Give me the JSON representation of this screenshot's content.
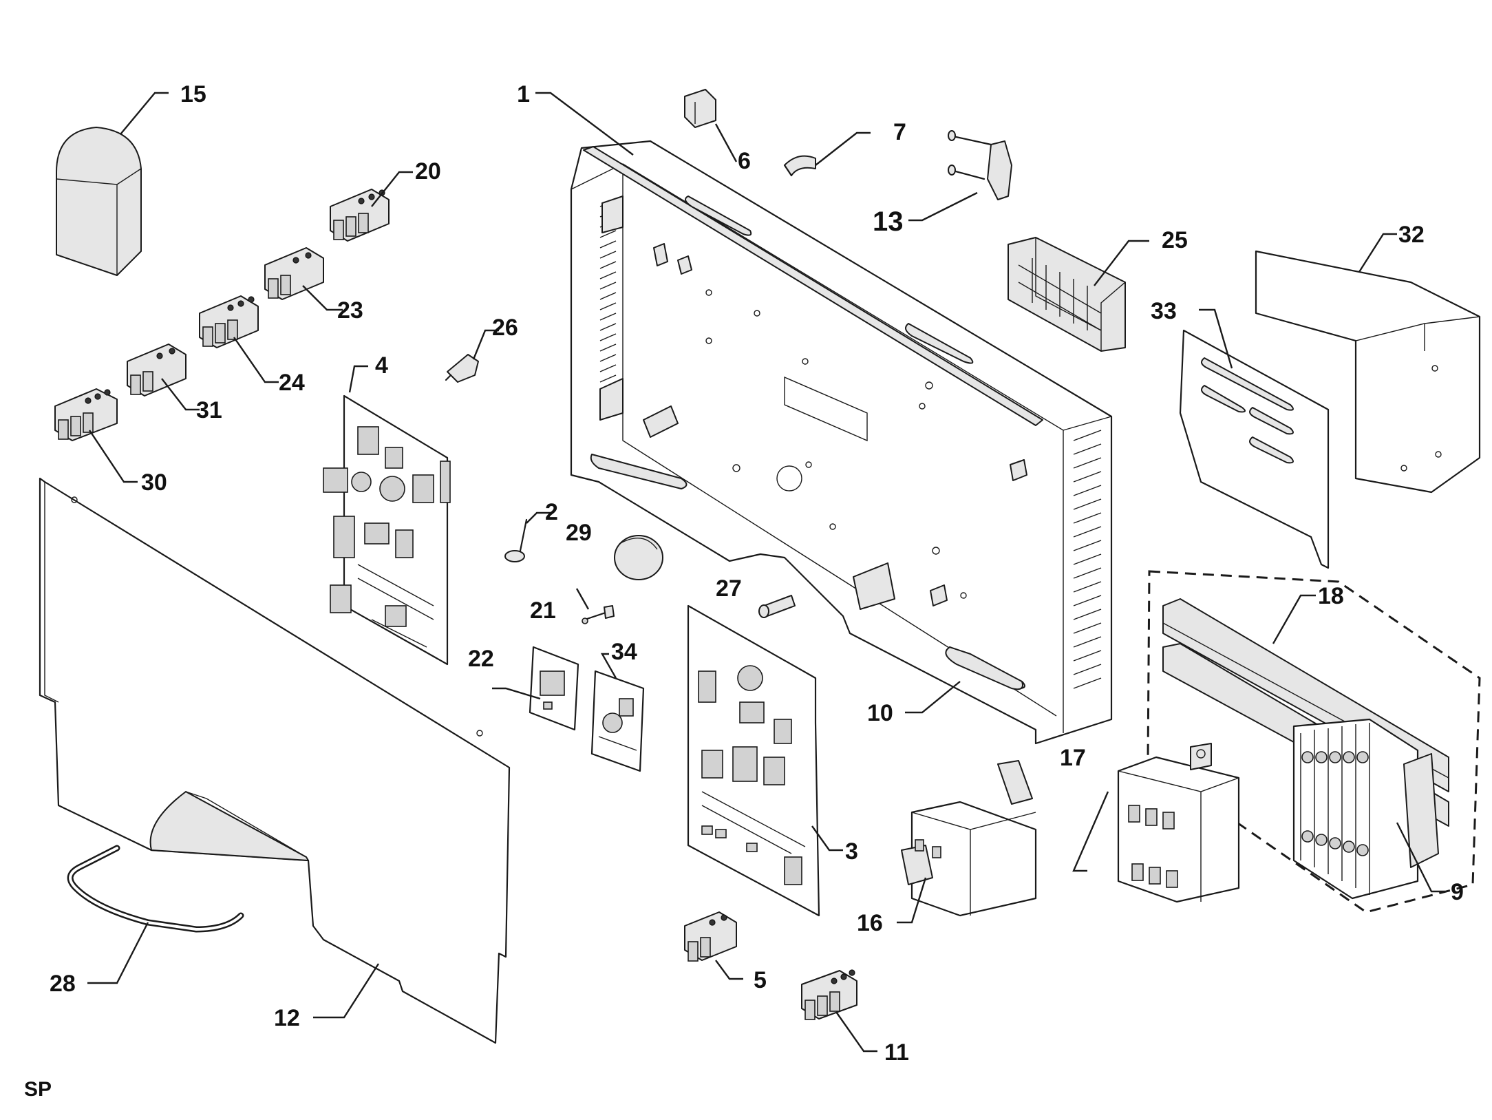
{
  "diagram": {
    "corner_label": "SP",
    "callouts": [
      "1",
      "2",
      "3",
      "4",
      "5",
      "6",
      "7",
      "9",
      "10",
      "11",
      "12",
      "13",
      "15",
      "16",
      "17",
      "18",
      "20",
      "21",
      "22",
      "23",
      "24",
      "25",
      "26",
      "27",
      "28",
      "29",
      "30",
      "31",
      "32",
      "33",
      "34"
    ]
  },
  "colors": {
    "line": "#1a1a1a",
    "part_fill": "#e6e6e6",
    "background": "#ffffff"
  }
}
